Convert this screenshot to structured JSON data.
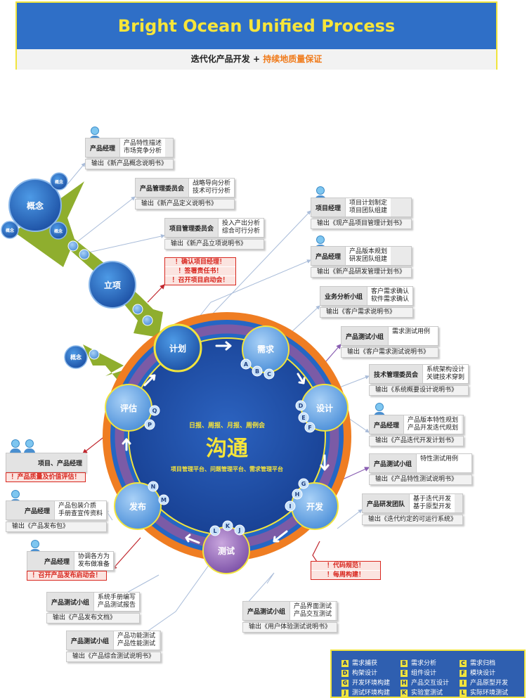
{
  "header": {
    "title": "Bright Ocean Unified Process",
    "subtitle_main": "迭代化产品开发",
    "subtitle_plus": "+",
    "subtitle_accent": "持续地质量保证"
  },
  "center": {
    "top_line": "日报、周报、月报、周例会",
    "main": "沟通",
    "bottom_line": "项目管理平台、问题管理平台、需求管理平台"
  },
  "phases": {
    "concept": "概念",
    "concept_small1": "概念",
    "concept_small2": "概念",
    "concept_small3": "概念",
    "concept_eval": "概念",
    "initiation": "立项",
    "plan": "计划",
    "requirements": "需求",
    "design": "设计",
    "development": "开发",
    "testing": "测试",
    "release": "发布",
    "evaluation": "评估"
  },
  "step_letters": {
    "req": [
      "A",
      "B",
      "C"
    ],
    "design": [
      "D",
      "E",
      "F"
    ],
    "dev": [
      "G",
      "H",
      "I"
    ],
    "test": [
      "L",
      "K",
      "J"
    ],
    "release": [
      "N",
      "M"
    ],
    "eval": [
      "Q",
      "P"
    ]
  },
  "cards": [
    {
      "role": "产品经理",
      "tasks": [
        "产品特性描述",
        "市场竞争分析"
      ],
      "output": "输出《新产品概念说明书》"
    },
    {
      "role": "产品管理委员会",
      "tasks": [
        "战略导向分析",
        "技术可行分析"
      ],
      "output": "输出《新产品定义说明书》"
    },
    {
      "role": "项目管理委员会",
      "tasks": [
        "投入产出分析",
        "综合可行分析"
      ],
      "output": "输出《新产品立项说明书》"
    },
    {
      "role": "项目经理",
      "tasks": [
        "项目计划制定",
        "项目团队组建"
      ],
      "output": "输出《现产品项目管理计划书》"
    },
    {
      "role": "产品经理",
      "tasks": [
        "产品版本规划",
        "研发团队组建"
      ],
      "output": "输出《新产品研发管理计划书》"
    },
    {
      "role": "业务分析小组",
      "tasks": [
        "客户需求确认",
        "软件需求确认"
      ],
      "output": "输出《客户需求说明书》"
    },
    {
      "role": "产品测试小组",
      "tasks": [
        "需求测试用例"
      ],
      "output": "输出《客户需求测试说明书》"
    },
    {
      "role": "技术管理委员会",
      "tasks": [
        "系统架构设计",
        "关键技术穿刺"
      ],
      "output": "输出《系统概要设计说明书》"
    },
    {
      "role": "产品经理",
      "tasks": [
        "产品版本特性规划",
        "产品开发迭代规划"
      ],
      "output": "输出《产品迭代开发计划书》"
    },
    {
      "role": "产品测试小组",
      "tasks": [
        "特性测试用例"
      ],
      "output": "输出《产品特性测试说明书》"
    },
    {
      "role": "产品研发团队",
      "tasks": [
        "基于迭代开发",
        "基于原型开发"
      ],
      "output": "输出《迭代约定的可运行系统》"
    },
    {
      "role": "产品测试小组",
      "tasks": [
        "产品界面测试",
        "产品交互测试"
      ],
      "output": "输出《用户体验测试说明书》"
    },
    {
      "role": "产品测试小组",
      "tasks": [
        "系统手册编写",
        "产品测试报告"
      ],
      "output": "输出《产品发布文档》"
    },
    {
      "role": "产品测试小组",
      "tasks": [
        "产品功能测试",
        "产品性能测试"
      ],
      "output": "输出《产品综合测试说明书》"
    },
    {
      "role": "产品经理",
      "tasks": [
        "产品包装介质",
        "手册查宣传资料"
      ],
      "output": "输出《产品发布包》"
    },
    {
      "role": "产品经理",
      "tasks": [
        "协调各方为",
        "发布做准备"
      ],
      "output": ""
    }
  ],
  "role_only": {
    "eval_roles": "项目、产品经理"
  },
  "alerts": {
    "initiation": [
      "！确认项目经理！",
      "！签署责任书！",
      "！召开项目启动会！"
    ],
    "evaluation": [
      "！产品质量及价值评估！"
    ],
    "release": [
      "！召开产品发布启动会！"
    ],
    "development": [
      "！代码规范！",
      "！每周构建！"
    ]
  },
  "legend": [
    {
      "k": "A",
      "v": "需求捕获"
    },
    {
      "k": "B",
      "v": "需求分析"
    },
    {
      "k": "C",
      "v": "需求归档"
    },
    {
      "k": "D",
      "v": "构架设计"
    },
    {
      "k": "E",
      "v": "组件设计"
    },
    {
      "k": "F",
      "v": "模块设计"
    },
    {
      "k": "G",
      "v": "开发环境构建"
    },
    {
      "k": "H",
      "v": "产品交互设计"
    },
    {
      "k": "I",
      "v": "产品原型开发"
    },
    {
      "k": "J",
      "v": "测试环境构建"
    },
    {
      "k": "K",
      "v": "实验室测试"
    },
    {
      "k": "L",
      "v": "实际环境测试"
    }
  ],
  "colors": {
    "title_bg": "#2f6fc7",
    "title_text": "#f7e53a",
    "accent": "#f07b1b",
    "alert": "#d8271f",
    "arrow_green": "#8fae2e",
    "ring_orange": "#ef7d22"
  }
}
